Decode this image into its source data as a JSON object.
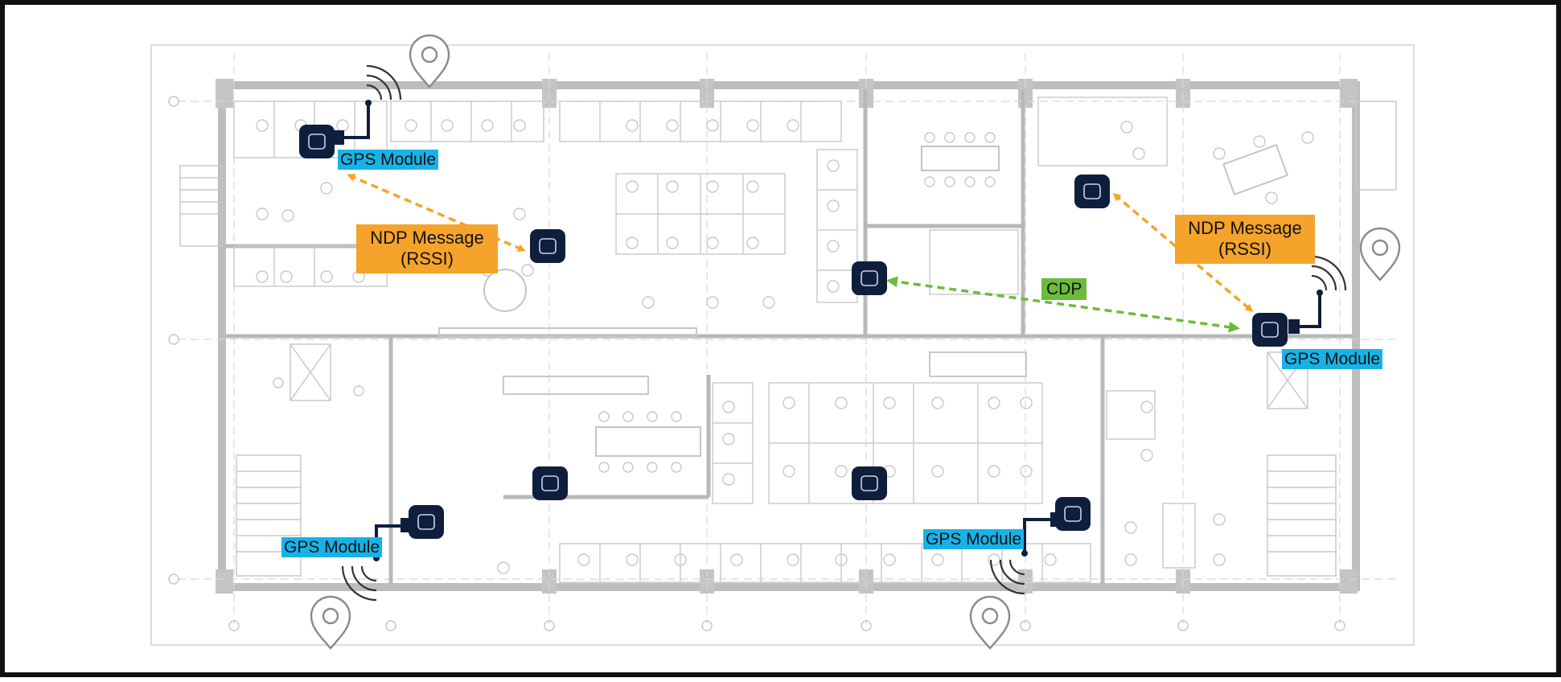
{
  "colors": {
    "ap": "#0e1e3c",
    "gps_label": "#17b3e8",
    "ndp": "#f5a32a",
    "cdp": "#6cbb3c",
    "floorplan_line": "#c8c8c8",
    "pin": "#8a8a8a"
  },
  "labels": {
    "gps": [
      "GPS Module",
      "GPS Module",
      "GPS Module",
      "GPS Module"
    ],
    "ndp": [
      {
        "line1": "NDP Message",
        "line2": "(RSSI)"
      },
      {
        "line1": "NDP Message",
        "line2": "(RSSI)"
      }
    ],
    "cdp": "CDP"
  },
  "icons": {
    "access_point": "access-point-icon",
    "gps_pin": "location-pin-icon",
    "signal": "signal-waves-icon"
  }
}
